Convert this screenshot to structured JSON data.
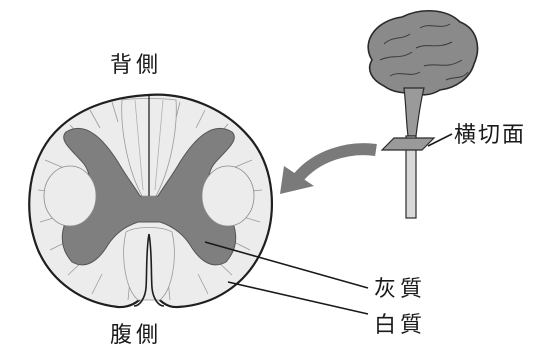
{
  "labels": {
    "dorsal": "背側",
    "ventral": "腹側",
    "cross_section": "横切面",
    "gray_matter": "灰質",
    "white_matter": "白質"
  },
  "colors": {
    "white_matter": "#ececec",
    "gray_matter": "#7f7f7f",
    "outline": "#1f1f1f",
    "brain": "#8a8a8a",
    "plane": "#9a9a9a",
    "arrow": "#7a7a7a"
  }
}
